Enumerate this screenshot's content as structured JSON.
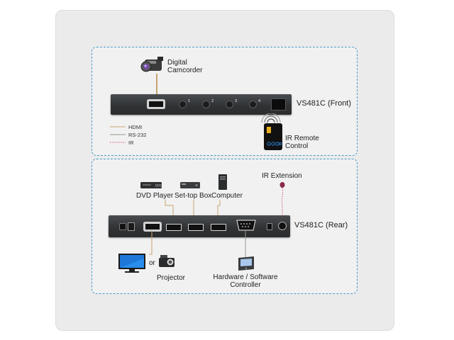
{
  "front": {
    "device_label": "VS481C (Front)",
    "camcorder_label": "Digital Camcorder",
    "remote_label": "IR Remote Control",
    "buttons": [
      "1",
      "2",
      "3",
      "4"
    ],
    "legend": [
      {
        "label": "HDMI",
        "color": "#c9a56e",
        "style": "solid"
      },
      {
        "label": "RS-232",
        "color": "#8a9a8c",
        "style": "solid"
      },
      {
        "label": "IR",
        "color": "#d05a7a",
        "style": "dotted"
      }
    ]
  },
  "rear": {
    "device_label": "VS481C (Rear)",
    "sources": [
      "DVD Player",
      "Set-top Box",
      "Computer"
    ],
    "ir_extension_label": "IR Extension",
    "or_label": "or",
    "projector_label": "Projector",
    "controller_label": "Hardware / Software Controller"
  },
  "colors": {
    "accent_border": "#4a9ec8",
    "hdmi_wire": "#c9a56e",
    "rs232_wire": "#8a9a8c",
    "ir_wire": "#d05a7a"
  }
}
